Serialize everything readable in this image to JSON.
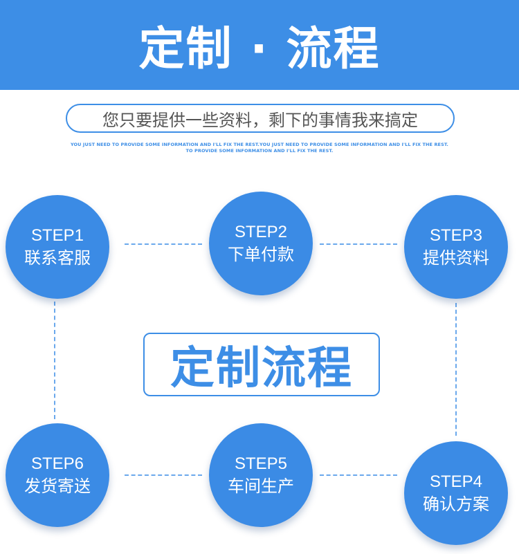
{
  "header": {
    "title": "定制 · 流程"
  },
  "subtitle": {
    "text": "您只要提供一些资料，剩下的事情我来搞定",
    "en_line1": "YOU JUST NEED TO PROVIDE SOME INFORMATION AND I'LL FIX THE REST.YOU JUST NEED TO PROVIDE SOME INFORMATION AND I'LL FIX THE REST.",
    "en_line2": "TO PROVIDE SOME INFORMATION AND I'LL FIX THE REST."
  },
  "center": {
    "title": "定制流程"
  },
  "steps": [
    {
      "step": "STEP1",
      "label": "联系客服"
    },
    {
      "step": "STEP2",
      "label": "下单付款"
    },
    {
      "step": "STEP3",
      "label": "提供资料"
    },
    {
      "step": "STEP4",
      "label": "确认方案"
    },
    {
      "step": "STEP5",
      "label": "车间生产"
    },
    {
      "step": "STEP6",
      "label": "发货寄送"
    }
  ],
  "colors": {
    "brand_blue": "#3d8ee6",
    "circle_blue": "#3b8be5",
    "text_gray": "#555555"
  }
}
